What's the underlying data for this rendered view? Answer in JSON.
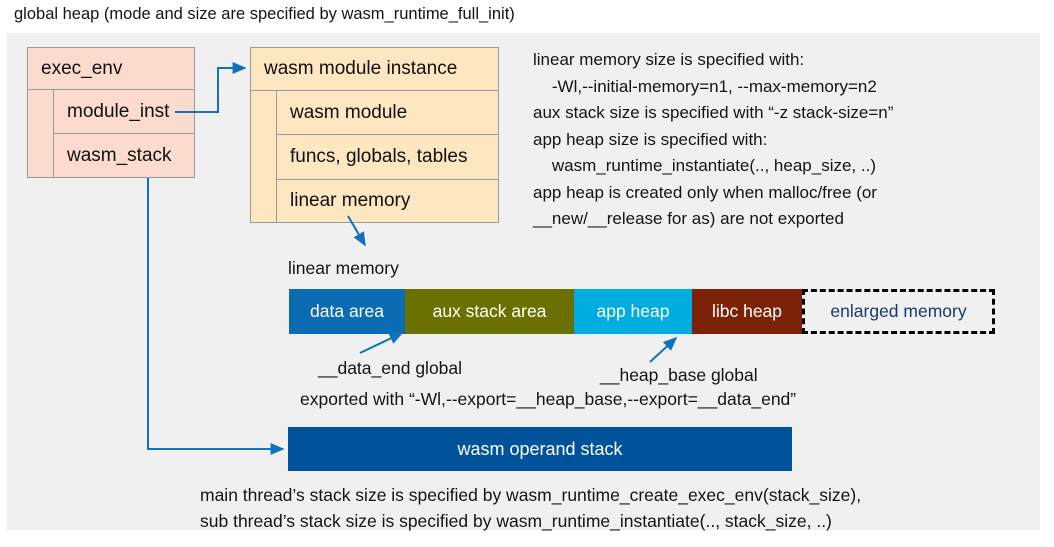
{
  "title": "global heap (mode and size are specified by wasm_runtime_full_init)",
  "exec_env": {
    "header": "exec_env",
    "rows": [
      {
        "label": "module_inst"
      },
      {
        "label": "wasm_stack"
      }
    ]
  },
  "wasm_module_instance": {
    "header": "wasm module instance",
    "rows": [
      {
        "label": "wasm module"
      },
      {
        "label": "funcs, globals, tables"
      },
      {
        "label": "linear memory"
      }
    ]
  },
  "notes": {
    "linear_memory_note": "linear memory size is specified with:\n    -Wl,--initial-memory=n1, --max-memory=n2\naux stack size is specified with “-z stack-size=n”\napp heap size is specified with:\n    wasm_runtime_instantiate(.., heap_size, ..)\napp heap is created only when malloc/free (or\n__new/__release for as) are not exported",
    "stack_size_note": "main thread’s stack size is specified by wasm_runtime_create_exec_env(stack_size),\nsub thread’s stack size is specified by wasm_runtime_instantiate(.., stack_size, ..)",
    "export_note": "exported with “-Wl,--export=__heap_base,--export=__data_end”"
  },
  "linear_memory": {
    "caption": "linear memory",
    "segments": [
      {
        "label": "data area",
        "color": "#0b6cb4",
        "width": 116,
        "text_color": "#ffffff",
        "style": "solid"
      },
      {
        "label": "aux stack area",
        "color": "#6b7100",
        "width": 169,
        "text_color": "#ffffff",
        "style": "solid"
      },
      {
        "label": "app heap",
        "color": "#00ade0",
        "width": 118,
        "text_color": "#ffffff",
        "style": "solid"
      },
      {
        "label": "libc heap",
        "color": "#7c2208",
        "width": 110,
        "text_color": "#ffffff",
        "style": "solid"
      },
      {
        "label": "enlarged memory",
        "color": "#f0f0f0",
        "width": 193,
        "text_color": "#163a72",
        "style": "dashed"
      }
    ],
    "annotations": {
      "data_end": "__data_end global",
      "heap_base": "__heap_base global"
    }
  },
  "operand_stack": {
    "label": "wasm operand stack",
    "color": "#00539b"
  },
  "colors": {
    "panel_background": "#f0f0f0",
    "exec_env_fill": "#fbdbcd",
    "module_instance_fill": "#fce7c0",
    "connector": "#1072bb",
    "box_border": "#9a9a9a"
  }
}
